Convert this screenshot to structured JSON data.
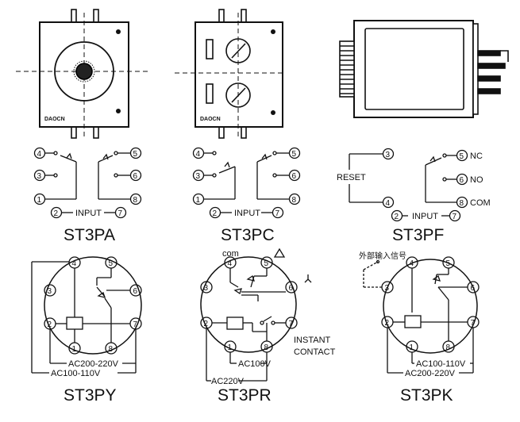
{
  "brand": "DAOCN",
  "models": {
    "pa": "ST3PA",
    "pc": "ST3PC",
    "pf": "ST3PF",
    "py": "ST3PY",
    "pr": "ST3PR",
    "pk": "ST3PK"
  },
  "labels": {
    "input": "INPUT",
    "reset": "RESET",
    "nc": "NC",
    "no": "NO",
    "com_upper": "COM",
    "com_lower": "com",
    "instant": "INSTANT",
    "contact": "CONTACT",
    "external_input": "外部输入信号",
    "ac200_220": "AC200-220V",
    "ac100_110": "AC100-110V",
    "ac100": "AC100V",
    "ac220": "AC220V"
  },
  "pins": [
    "1",
    "2",
    "3",
    "4",
    "5",
    "6",
    "7",
    "8"
  ]
}
